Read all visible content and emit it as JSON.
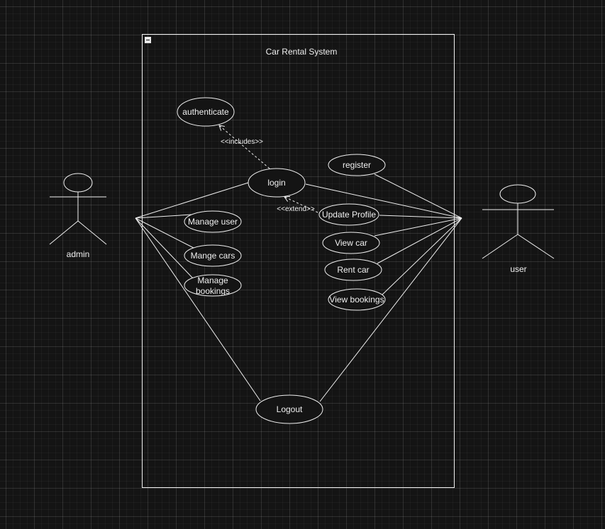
{
  "system": {
    "title": "Car Rental System"
  },
  "actors": {
    "admin": "admin",
    "user": "user"
  },
  "use_cases": {
    "authenticate": "authenticate",
    "login": "login",
    "register": "register",
    "update_profile": "Update Profile",
    "manage_user": "Manage user",
    "mange_cars": "Mange cars",
    "manage_bookings_line1": "Manage",
    "manage_bookings_line2": "bookings",
    "view_car": "View car",
    "rent_car": "Rent car",
    "view_bookings": "View bookings",
    "logout": "Logout"
  },
  "relations": {
    "includes": "<<includes>>",
    "extend": "<<extend>>"
  },
  "colors": {
    "background": "#141414",
    "stroke": "#f0f0f0",
    "text": "#f0f0f0"
  }
}
